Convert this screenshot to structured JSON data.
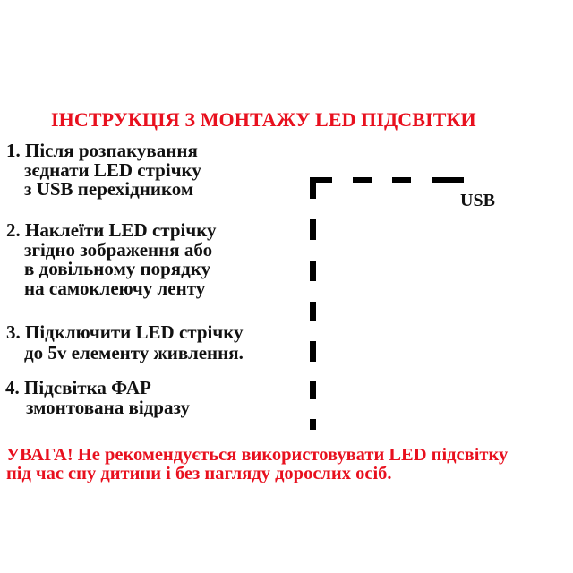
{
  "title": "ІНСТРУКЦІЯ З МОНТАЖУ LED ПІДСВІТКИ",
  "steps": [
    {
      "lines": [
        "1. Після розпакування",
        "зєднати LED стрічку",
        "з USB перехідником"
      ]
    },
    {
      "lines": [
        "2. Наклеїти LED стрічку",
        "згідно зображення або",
        "в довільному порядку",
        "на самоклеючу ленту"
      ]
    },
    {
      "lines": [
        "3. Підключити LED стрічку",
        "до 5v елементу живлення."
      ]
    },
    {
      "lines": [
        "4. Підсвітка ФАР",
        "змонтована відразу"
      ]
    }
  ],
  "diagram": {
    "connector_label": "USB",
    "line_color": "#000000",
    "style": "dashed L-shaped LED strip path"
  },
  "warning": {
    "lines": [
      "УВАГА! Не рекомендується використовувати LED підсвітку",
      "під час сну дитини і без нагляду дорослих осіб."
    ]
  },
  "colors": {
    "accent_red": "#e8101e",
    "text": "#111111",
    "background": "#ffffff"
  }
}
